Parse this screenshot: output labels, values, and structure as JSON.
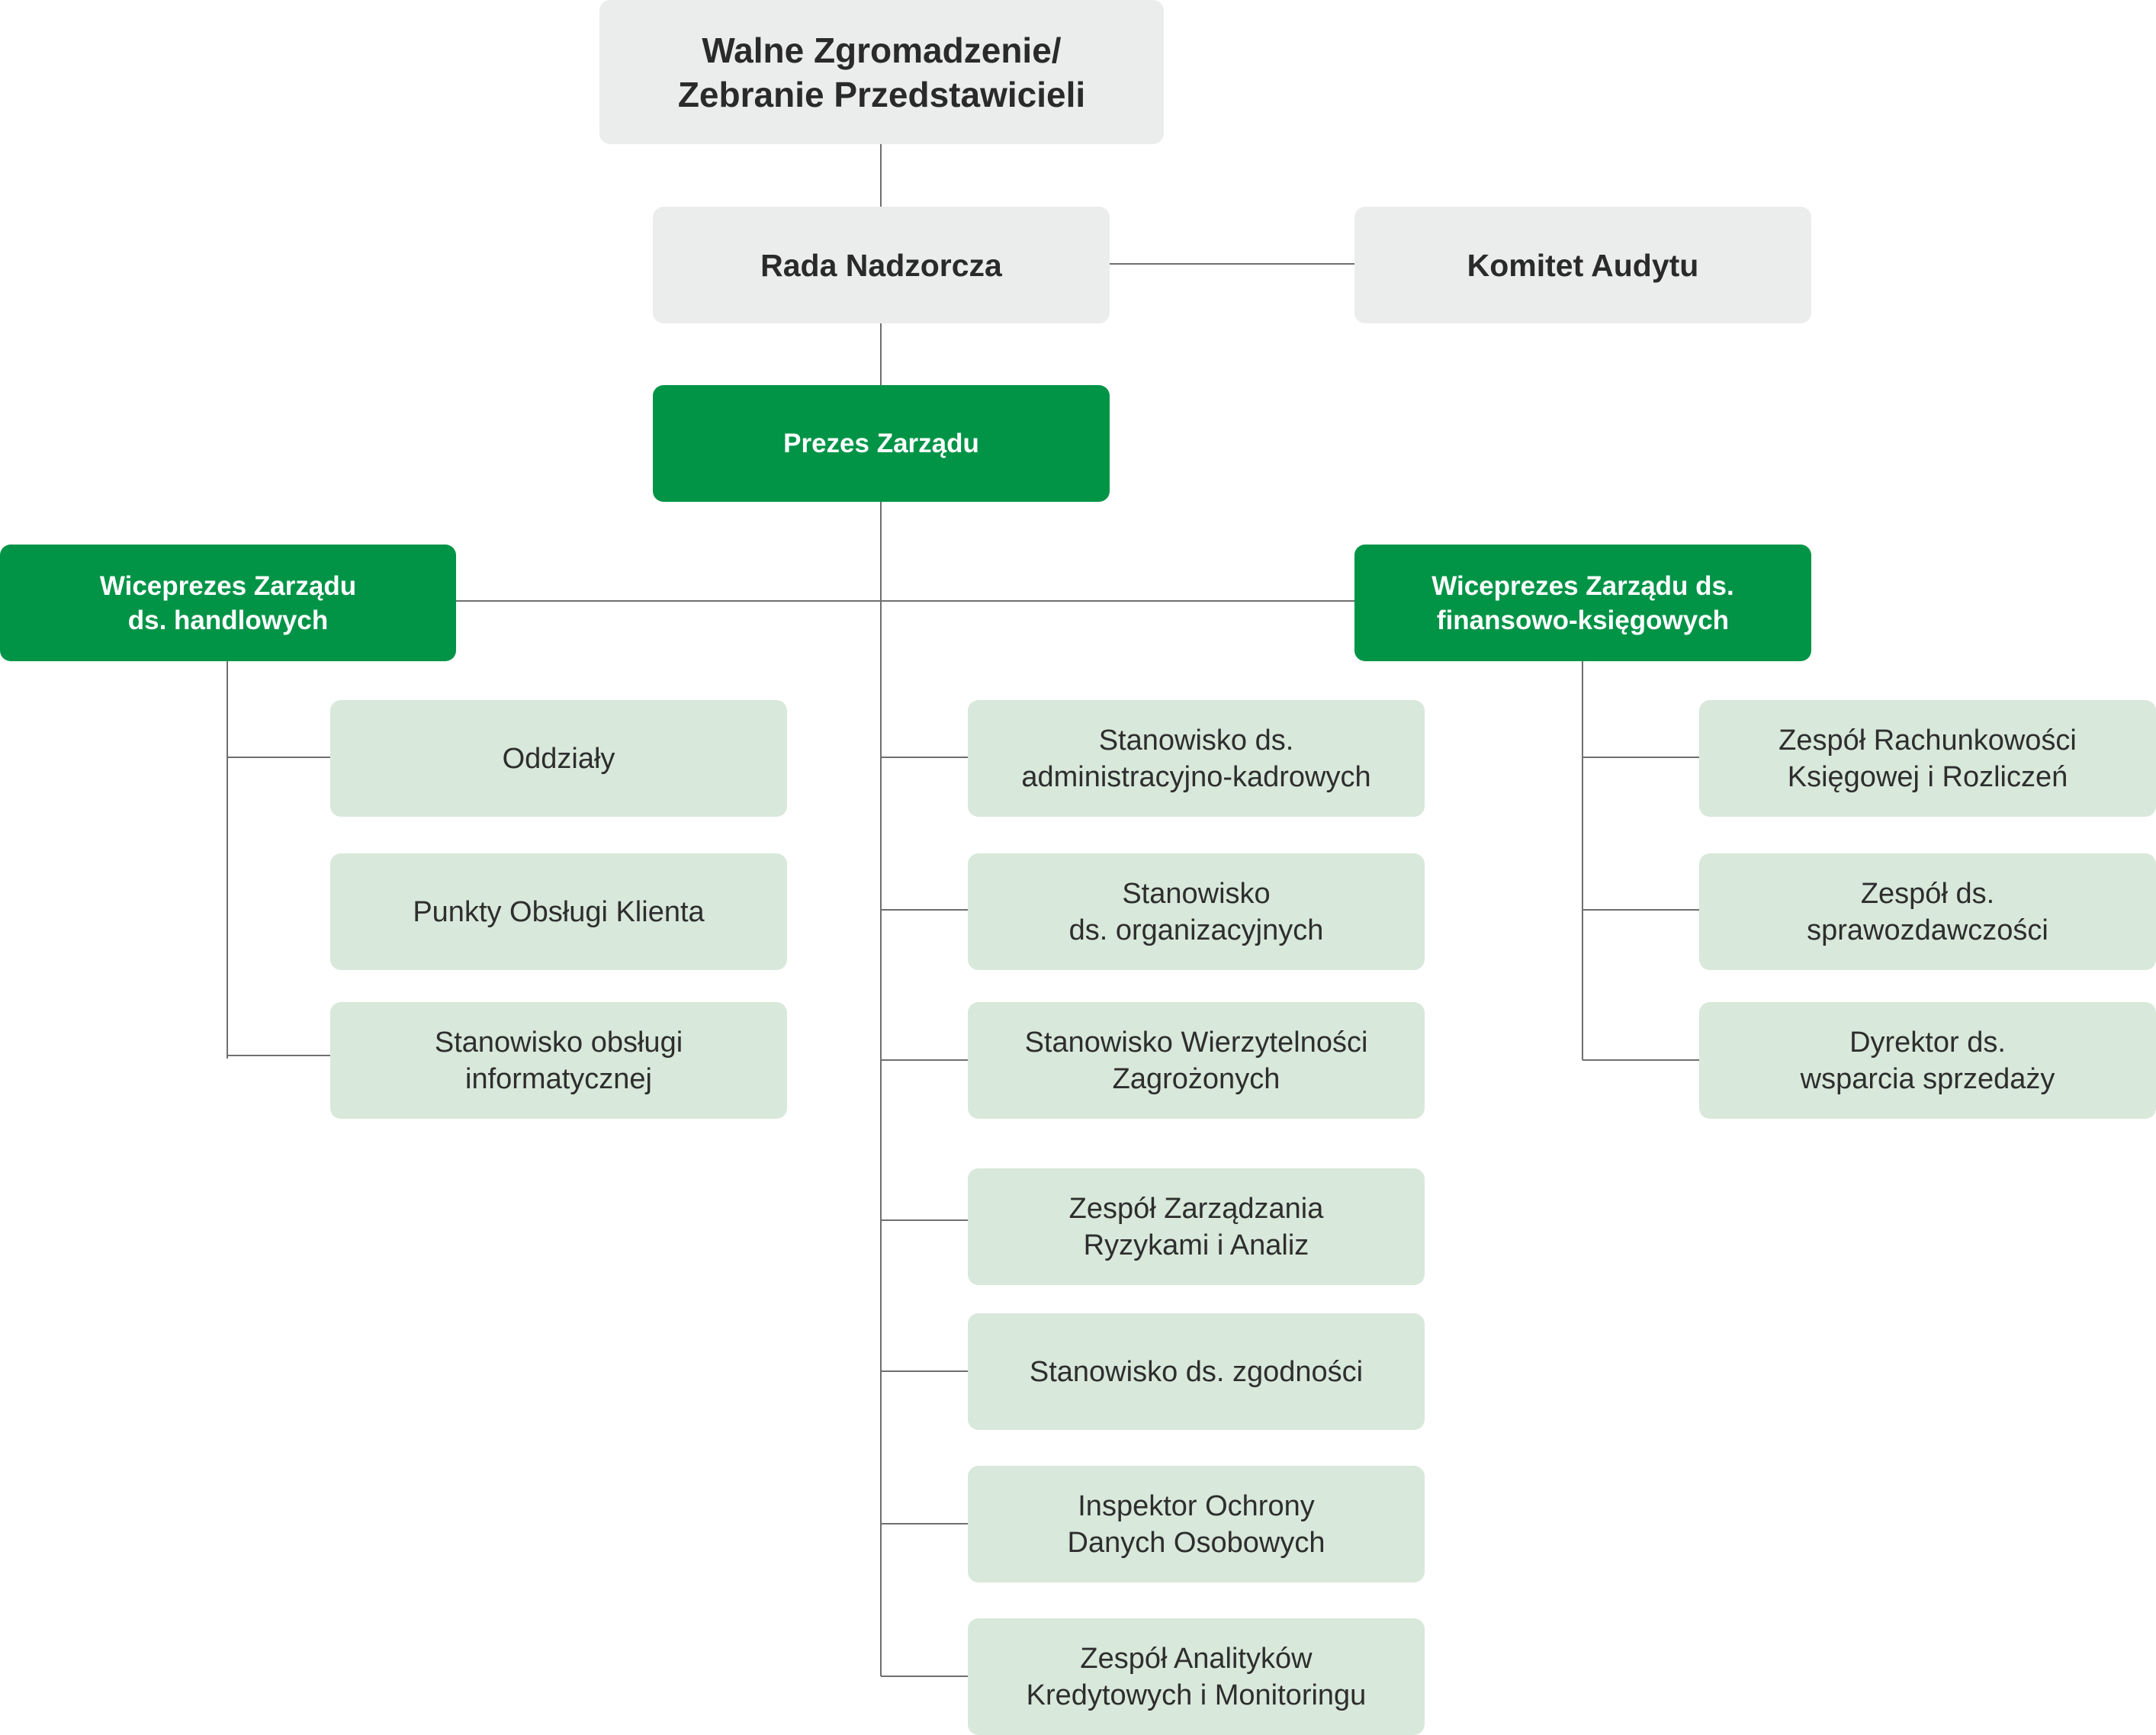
{
  "colors": {
    "governance_fill": "#ebecec",
    "governance_text": "#2a2a2a",
    "executive_fill": "#019447",
    "executive_text": "#ffffff",
    "unit_fill": "#d8e8da",
    "unit_text": "#2e2e2e",
    "connector": "#6f6f6f"
  },
  "governance": {
    "general_meeting": "Walne Zgromadzenie/\nZebranie Przedstawicieli",
    "supervisory_board": "Rada Nadzorcza",
    "audit_committee": "Komitet Audytu"
  },
  "management": {
    "president": "Prezes Zarządu",
    "vp_commercial": "Wiceprezes Zarządu\nds. handlowych",
    "vp_finance": "Wiceprezes Zarządu ds.\nfinansowo-księgowych"
  },
  "commercial_units": [
    "Oddziały",
    "Punkty Obsługi Klienta",
    "Stanowisko obsługi\ninformatycznej"
  ],
  "president_units": [
    "Stanowisko ds.\nadministracyjno-kadrowych",
    "Stanowisko\nds. organizacyjnych",
    "Stanowisko Wierzytelności\nZagrożonych",
    "Zespół Zarządzania\nRyzykami i Analiz",
    "Stanowisko ds. zgodności",
    "Inspektor Ochrony\nDanych Osobowych",
    "Zespół Analityków\nKredytowych i Monitoringu"
  ],
  "finance_units": [
    "Zespół Rachunkowości\nKsięgowej i Rozliczeń",
    "Zespół ds.\nsprawozdawczości",
    "Dyrektor ds.\nwsparcia sprzedaży"
  ]
}
